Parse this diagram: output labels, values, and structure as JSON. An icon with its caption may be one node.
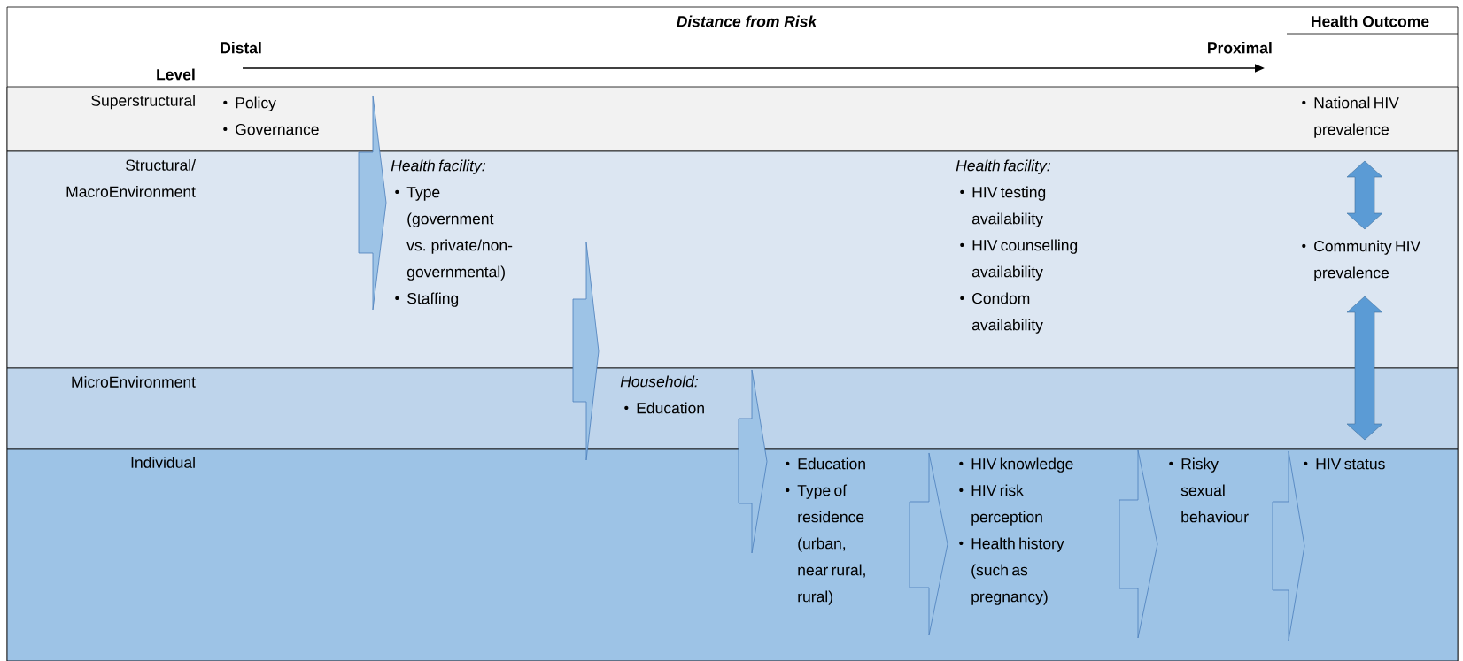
{
  "diagram": {
    "title": "Distance from Risk",
    "nodes": [
      {
        "text": [
          "Superstructural"
        ]
      },
      {
        "text": [
          "Policy",
          "Governance"
        ],
        "in": 0
      },
      {
        "text": [
          "National HIV prevalence"
        ],
        "in": 0
      },
      {
        "text": [
          "Structural/ MacroEnvironment"
        ]
      },
      {
        "text": [
          "Health facility:",
          "Type (government vs. private/non-governmental)",
          "Staffing"
        ],
        "in": 3
      },
      {
        "text": [
          "Health facility:",
          "HIV testing availability",
          "HIV counselling availability",
          "Condom availability"
        ],
        "in": 3
      },
      {
        "text": [
          "Community HIV prevalence"
        ],
        "in": 3
      },
      {
        "text": [
          "MicroEnvironment"
        ]
      },
      {
        "text": [
          "Household:",
          "Education"
        ],
        "in": 7
      },
      {
        "text": [
          "Individual"
        ]
      },
      {
        "text": [
          "Education",
          "Type of residence (urban, near rural, rural)"
        ],
        "in": 9
      },
      {
        "text": [
          "HIV knowledge",
          "HIV risk perception",
          "Health history (such as pregnancy)"
        ],
        "in": 9
      },
      {
        "text": [
          "Risky sexual behaviour"
        ],
        "in": 9
      },
      {
        "text": [
          "HIV status"
        ],
        "in": 9
      }
    ],
    "edges": [
      {
        "from": 1,
        "to": 4,
        "arrow": "to"
      },
      {
        "from": 4,
        "to": 8,
        "arrow": "to"
      },
      {
        "from": 8,
        "to": 10,
        "arrow": "to"
      },
      {
        "from": 10,
        "to": 11,
        "arrow": "to"
      },
      {
        "from": 11,
        "to": 12,
        "arrow": "to"
      },
      {
        "from": 12,
        "to": 13,
        "arrow": "to"
      },
      {
        "from": 2,
        "to": 6,
        "arrow": "both"
      },
      {
        "from": 6,
        "to": 13,
        "arrow": "both"
      }
    ],
    "labels": [
      "Health Outcome",
      "Distal",
      "Proximal",
      "Level"
    ]
  }
}
